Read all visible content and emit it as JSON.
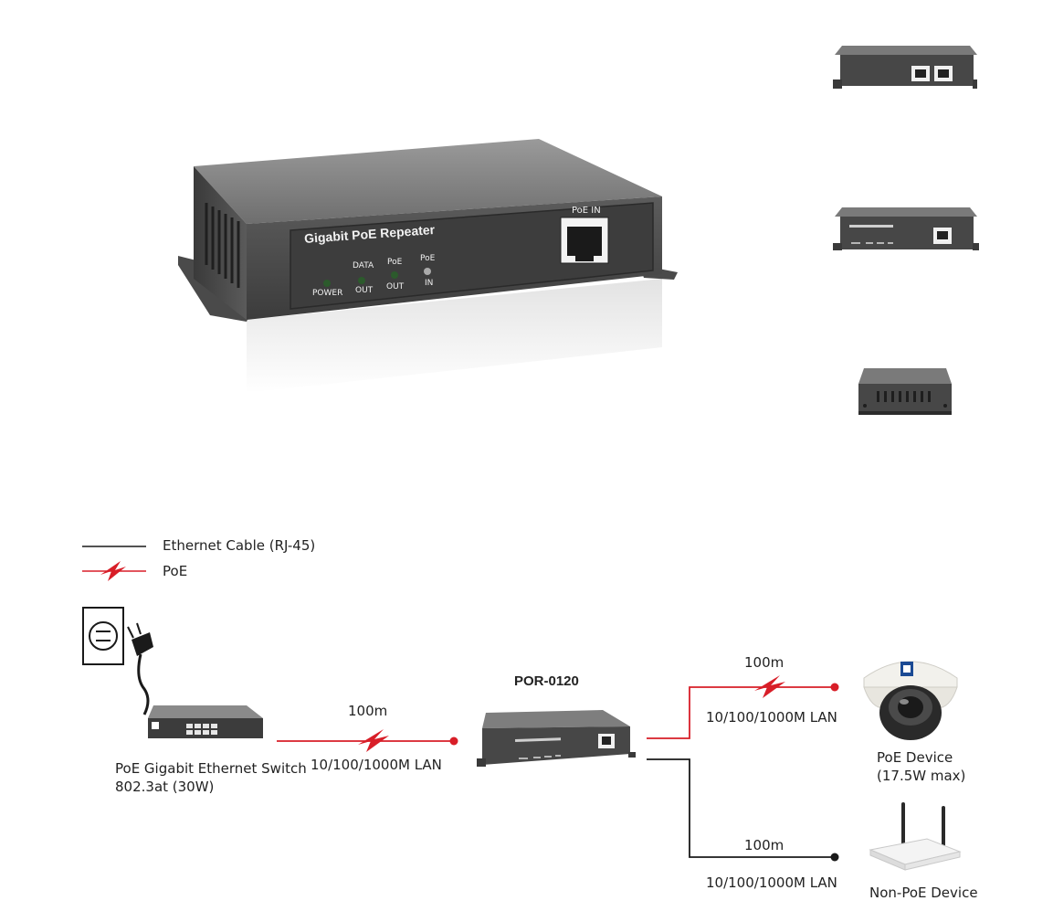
{
  "product": {
    "front_title": "Gigabit PoE Repeater",
    "port_label": "PoE IN",
    "leds": [
      {
        "top": "",
        "bottom": "POWER"
      },
      {
        "top": "DATA",
        "bottom": "OUT"
      },
      {
        "top": "PoE",
        "bottom": "OUT"
      },
      {
        "top": "PoE",
        "bottom": "IN"
      }
    ],
    "views": [
      {
        "name": "rear-view"
      },
      {
        "name": "front-view"
      },
      {
        "name": "side-view"
      }
    ]
  },
  "legend": {
    "ethernet": "Ethernet Cable (RJ-45)",
    "poe": "PoE"
  },
  "diagram": {
    "model": "POR-0120",
    "switch_label_1": "PoE Gigabit Ethernet Switch",
    "switch_label_2": "802.3at (30W)",
    "link_in_distance": "100m",
    "link_in_speed": "10/100/1000M LAN",
    "link_poe_distance": "100m",
    "link_poe_speed": "10/100/1000M LAN",
    "link_eth_distance": "100m",
    "link_eth_speed": "10/100/1000M LAN",
    "poe_device_1": "PoE Device",
    "poe_device_2": "(17.5W max)",
    "non_poe_device": "Non-PoE Device",
    "colors": {
      "poe": "#d81e28",
      "ethernet": "#1a1a1a"
    }
  }
}
